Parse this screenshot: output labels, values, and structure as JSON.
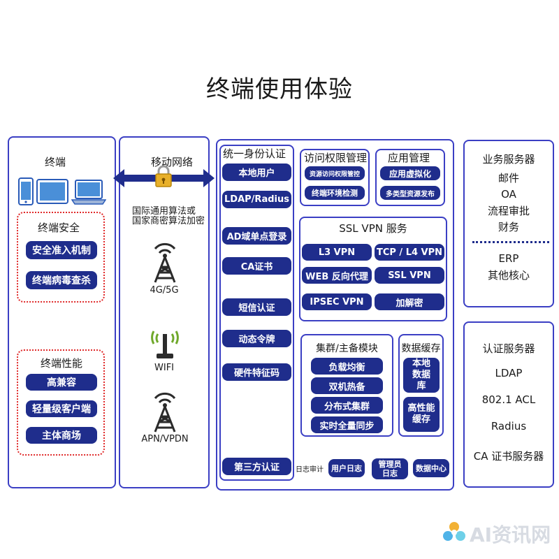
{
  "title": "终端使用体验",
  "terminal": {
    "label": "终端",
    "security": {
      "title": "终端安全",
      "items": [
        "安全准入机制",
        "终端病毒查杀"
      ]
    },
    "performance": {
      "title": "终端性能",
      "items": [
        "高兼容",
        "轻量级客户端",
        "主体商场"
      ]
    }
  },
  "mobile": {
    "label": "移动网络",
    "algo_lines": [
      "国际通用算法或",
      "国家商密算法加密"
    ],
    "networks": [
      "4G/5G",
      "WIFI",
      "APN/VPDN"
    ]
  },
  "auth": {
    "title": "统一身份认证",
    "items": [
      "本地用户",
      "LDAP/Radius",
      "AD域单点登录",
      "CA证书",
      "短信认证",
      "动态令牌",
      "硬件特征码",
      "第三方认证"
    ]
  },
  "access": {
    "title": "访问权限管理",
    "items": [
      "资源访问权限管控",
      "终端环境检测"
    ]
  },
  "app_mgmt": {
    "title": "应用管理",
    "items": [
      "应用虚拟化",
      "多类型资源发布"
    ]
  },
  "sslvpn": {
    "title": "SSL VPN 服务",
    "items": [
      "L3 VPN",
      "TCP / L4 VPN",
      "WEB 反向代理",
      "SSL VPN",
      "IPSEC VPN",
      "加解密"
    ]
  },
  "cluster": {
    "title": "集群/主备模块",
    "items": [
      "负载均衡",
      "双机热备",
      "分布式集群",
      "实时全量同步"
    ]
  },
  "cache": {
    "title": "数据缓存",
    "items": [
      "本地数据库",
      "高性能缓存"
    ]
  },
  "logs": {
    "label": "日志审计",
    "items": [
      "用户日志",
      "管理员日志",
      "数据中心"
    ]
  },
  "business": {
    "title": "业务服务器",
    "items": [
      "邮件",
      "OA",
      "流程审批",
      "财务",
      "ERP",
      "其他核心"
    ]
  },
  "authserver": {
    "title": "认证服务器",
    "items": [
      "LDAP",
      "802.1 ACL",
      "Radius",
      "CA 证书服务器"
    ]
  },
  "watermark": "AI资讯网",
  "colors": {
    "panel_border": "#3b3fc4",
    "pill": "#1f2d8c",
    "dashed": "#e02a2a"
  }
}
